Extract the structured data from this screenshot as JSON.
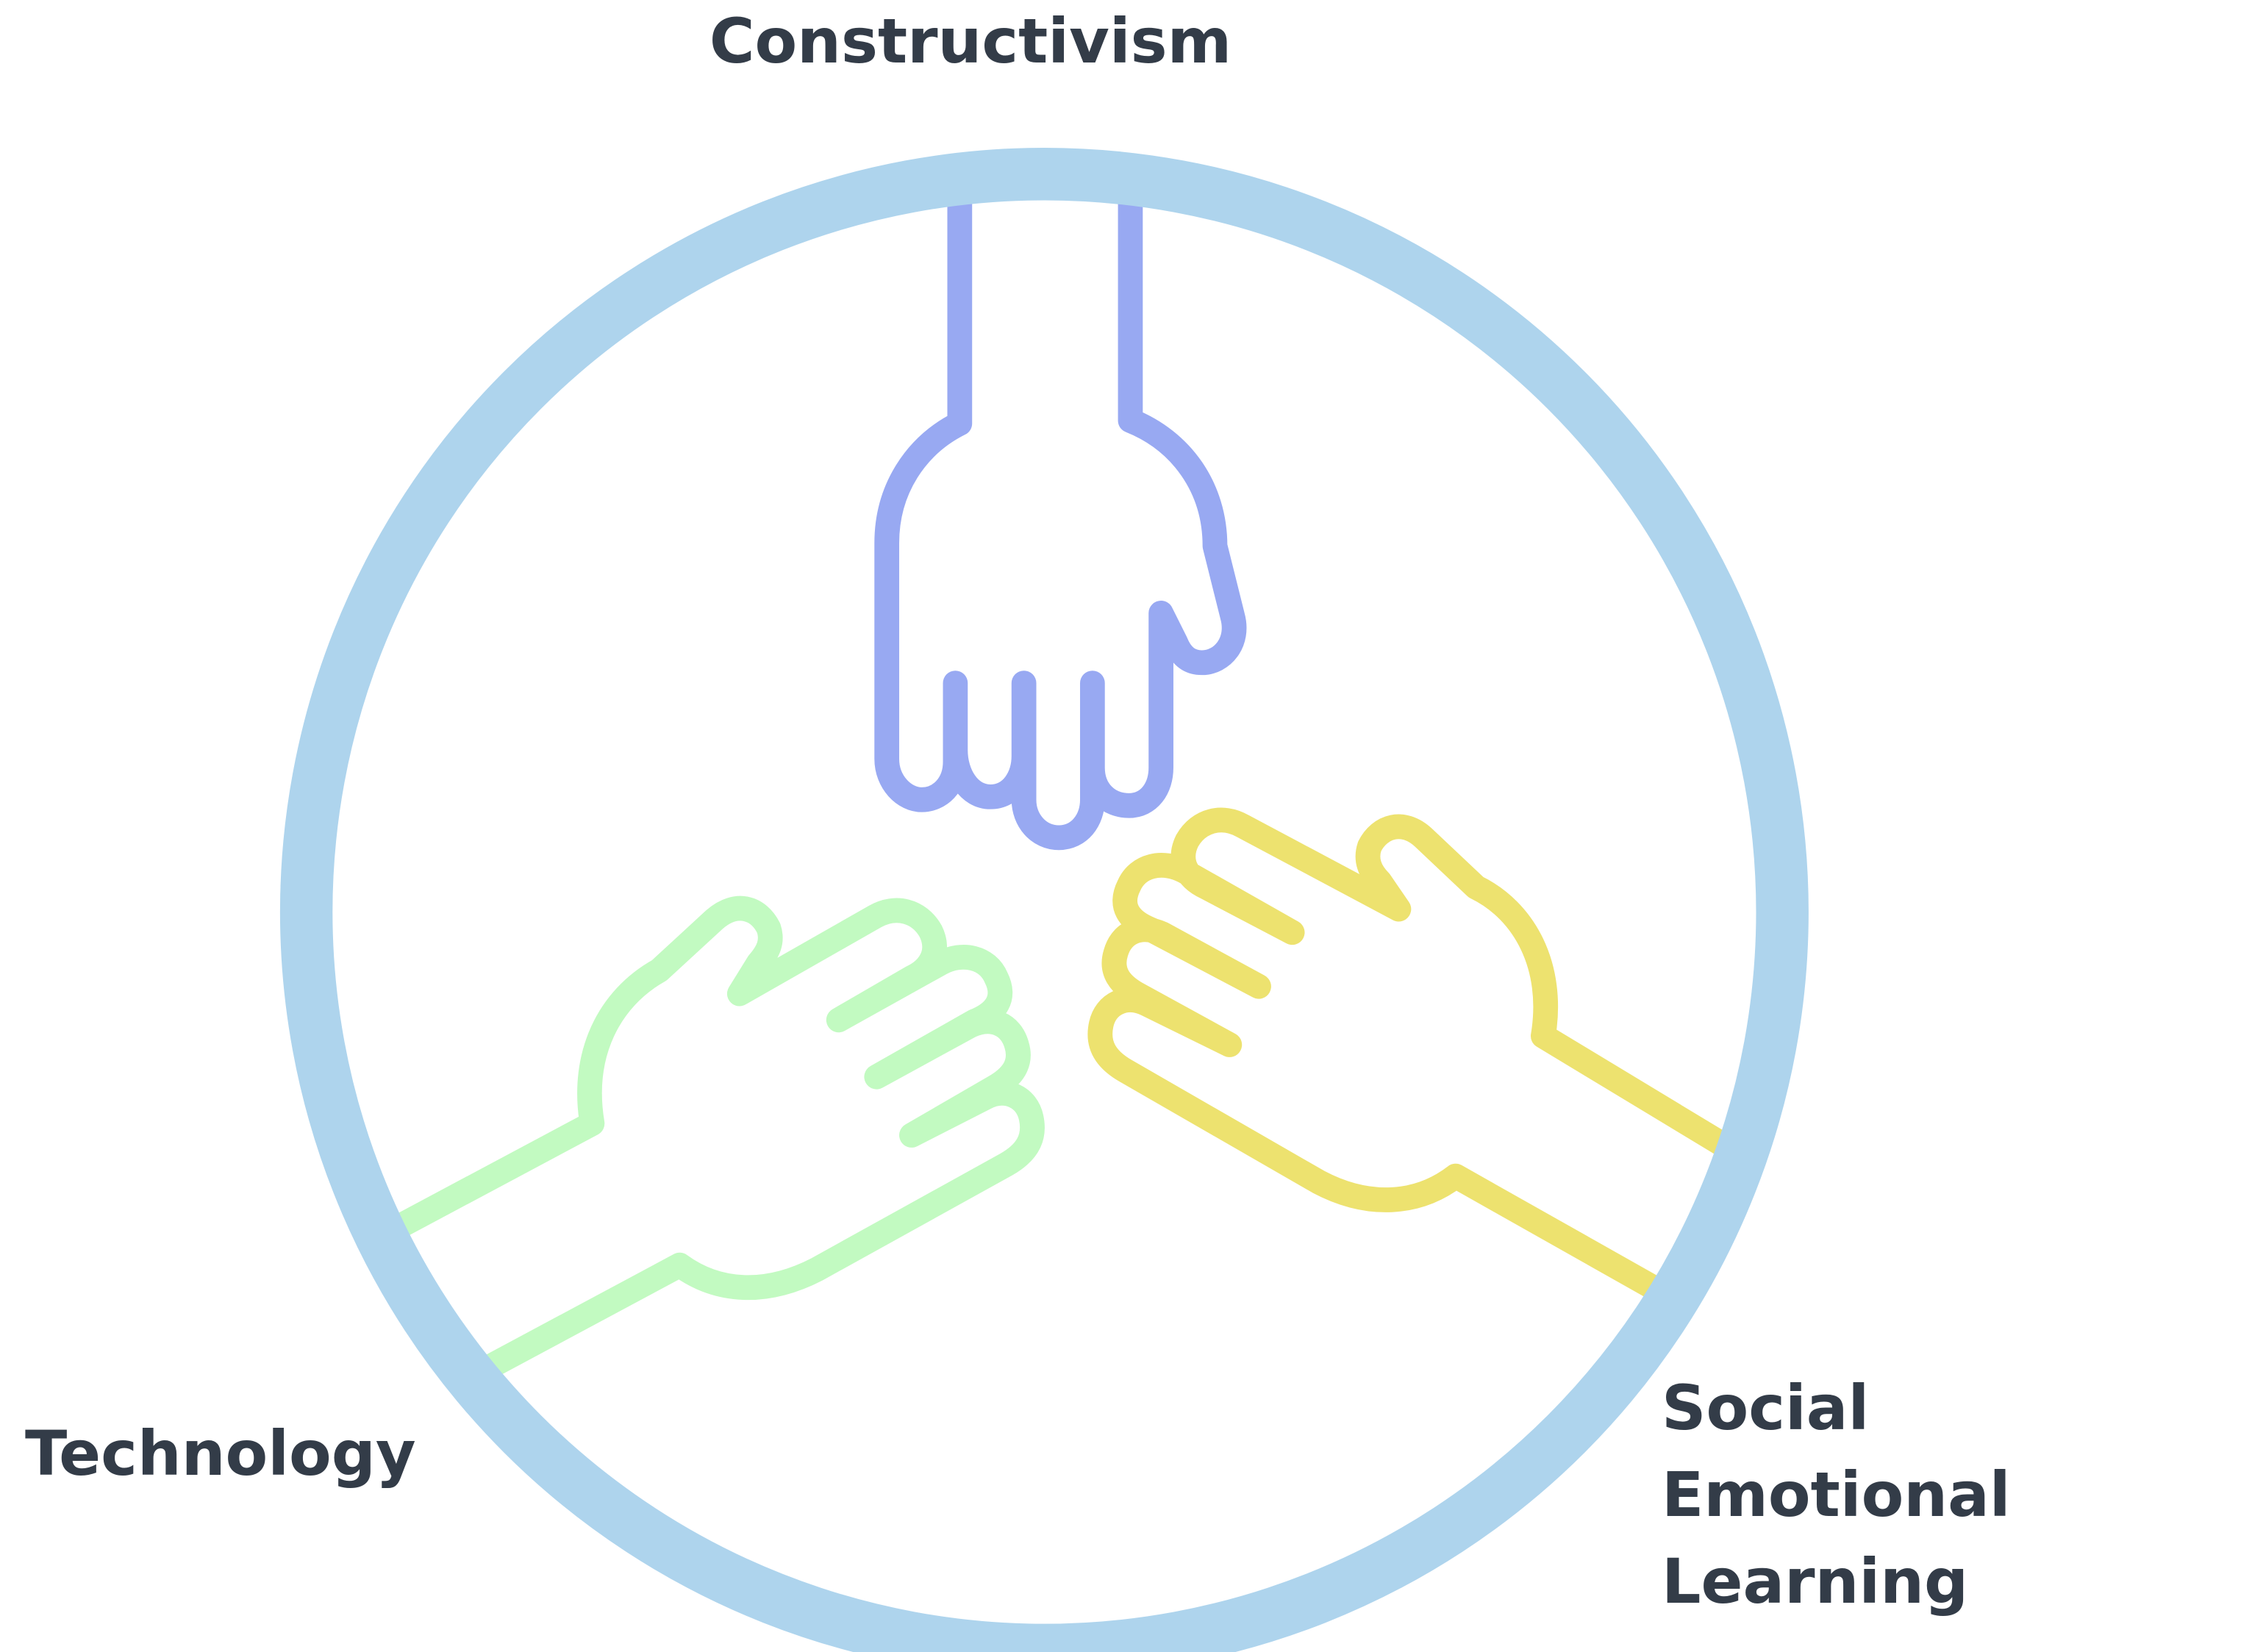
{
  "labels": {
    "top": "Constructivism",
    "left": "Technology",
    "right_line1": "Social Emotional",
    "right_line2": "Learning"
  },
  "colors": {
    "ring": "#aed4ed",
    "hand_top": "#98a9f2",
    "hand_left": "#c2fac1",
    "hand_right": "#ede26f",
    "text": "#333c48"
  },
  "icons": {
    "top_hand": "hand-pointing-down-icon",
    "left_hand": "hand-reaching-right-icon",
    "right_hand": "hand-reaching-left-icon"
  }
}
